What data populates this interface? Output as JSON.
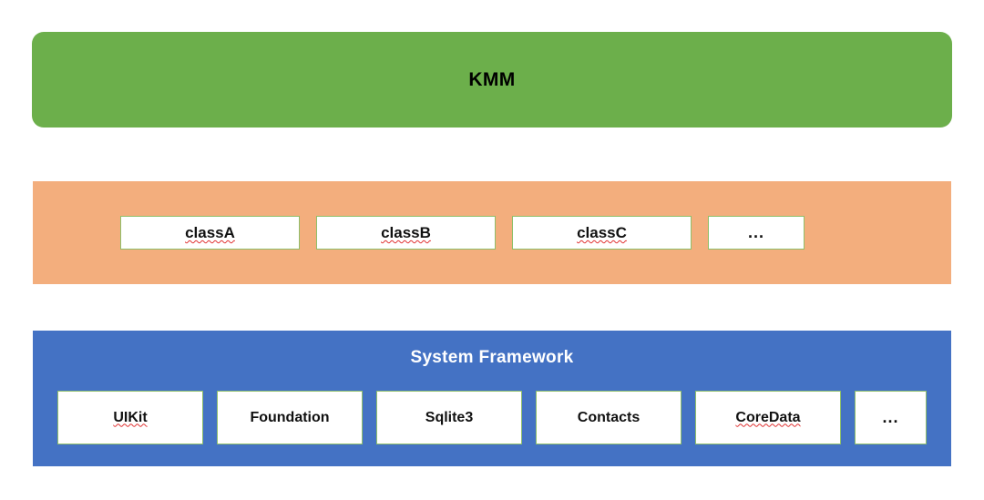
{
  "diagram": {
    "type": "layered-architecture",
    "layers": [
      {
        "id": "kmm",
        "title": "KMM",
        "color": "#6CAF4B",
        "shape": "rounded-rectangle",
        "title_color": "#000000",
        "nodes": []
      },
      {
        "id": "shared-classes",
        "title": "",
        "color": "#F3AE7D",
        "shape": "rectangle",
        "nodes": [
          {
            "label": "classA",
            "misspelled": true,
            "width": 197
          },
          {
            "label": "classB",
            "misspelled": true,
            "width": 197
          },
          {
            "label": "classC",
            "misspelled": true,
            "width": 197
          },
          {
            "label": "...",
            "misspelled": false,
            "width": 106
          }
        ]
      },
      {
        "id": "system-framework",
        "title": "System Framework",
        "color": "#4472C4",
        "shape": "rectangle",
        "title_color": "#FFFFFF",
        "nodes": [
          {
            "label": "UIKit",
            "misspelled": true,
            "width": 160
          },
          {
            "label": "Foundation",
            "misspelled": false,
            "width": 160
          },
          {
            "label": "Sqlite3",
            "misspelled": false,
            "width": 160
          },
          {
            "label": "Contacts",
            "misspelled": false,
            "width": 160
          },
          {
            "label": "CoreData",
            "misspelled": true,
            "width": 160
          },
          {
            "label": "...",
            "misspelled": false,
            "width": 79
          }
        ]
      }
    ],
    "node_style": {
      "background": "#FFFFFF",
      "border_color": "#8FBF6A",
      "text_color": "#111111",
      "misspelled_underline_color": "#E03030"
    }
  }
}
